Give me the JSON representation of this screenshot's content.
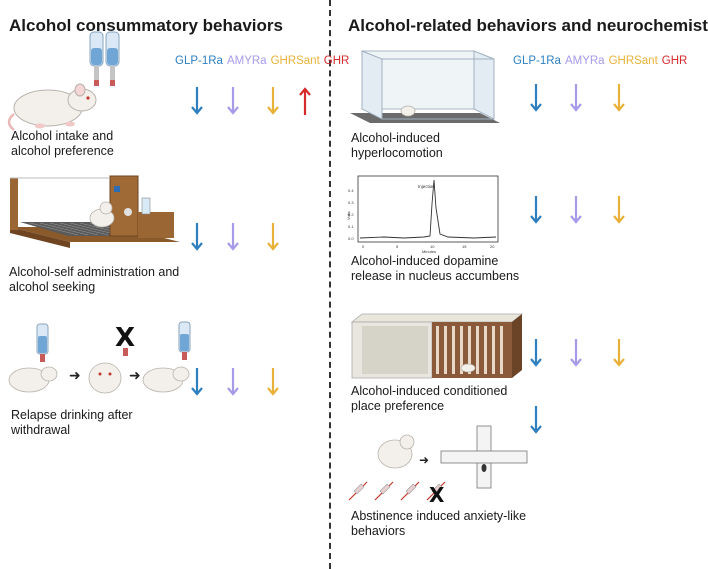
{
  "left_panel": {
    "title": "Alcohol consummatory behaviors",
    "legend": [
      "GLP-1Ra",
      "AMYRa",
      "GHRSant",
      "GHR"
    ],
    "rows": [
      {
        "caption": [
          "Alcohol intake and",
          "alcohol preference"
        ],
        "effects": [
          "down",
          "down",
          "down",
          "up"
        ]
      },
      {
        "caption": [
          "Alcohol-self administration and",
          "alcohol seeking"
        ],
        "effects": [
          "down",
          "down",
          "down"
        ]
      },
      {
        "caption": [
          "Relapse drinking after",
          "withdrawal"
        ],
        "effects": [
          "down",
          "down",
          "down"
        ]
      }
    ]
  },
  "right_panel": {
    "title": "Alcohol-related behaviors and neurochemistry",
    "legend": [
      "GLP-1Ra",
      "AMYRa",
      "GHRSant",
      "GHR"
    ],
    "rows": [
      {
        "caption": [
          "Alcohol-induced",
          "hyperlocomotion"
        ],
        "effects": [
          "down",
          "down",
          "down"
        ]
      },
      {
        "caption": [
          "Alcohol-induced dopamine",
          "release in nucleus accumbens"
        ],
        "effects": [
          "down",
          "down",
          "down"
        ]
      },
      {
        "caption": [
          "Alcohol-induced conditioned",
          "place preference"
        ],
        "effects": [
          "down",
          "down",
          "down"
        ]
      },
      {
        "caption": [
          "Abstinence induced anxiety-like",
          "behaviors"
        ],
        "effects": [
          "down"
        ]
      }
    ]
  },
  "colors": {
    "GLP-1Ra": "#2e7fc0",
    "AMYRa": "#a79be8",
    "GHRSant": "#e8b23a",
    "GHR": "#d62b2b"
  },
  "dopamine_graph": {
    "peak_label": "Injection",
    "y_ticks": [
      "0.4",
      "0.3",
      "0.2",
      "0.1",
      "0.0"
    ],
    "x_ticks": [
      "0",
      "5",
      "10",
      "15",
      "20"
    ],
    "y_label": "Volts",
    "x_label": "Minutes"
  }
}
